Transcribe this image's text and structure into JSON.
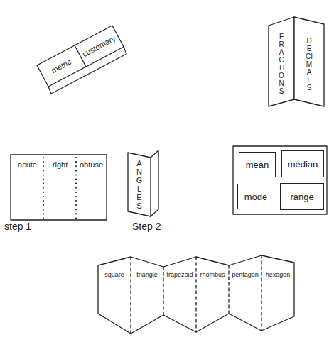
{
  "diagram": {
    "nodes": [
      {
        "text": [
          "metric"
        ]
      },
      {
        "text": [
          "customary"
        ]
      },
      {
        "text": [
          "FRACTIONS"
        ]
      },
      {
        "text": [
          "DECIMALS"
        ]
      },
      {
        "text": [
          "acute"
        ]
      },
      {
        "text": [
          "right"
        ]
      },
      {
        "text": [
          "obtuse"
        ]
      },
      {
        "text": [
          "ANGLES"
        ]
      },
      {
        "text": [
          "mean"
        ]
      },
      {
        "text": [
          "median"
        ]
      },
      {
        "text": [
          "mode"
        ]
      },
      {
        "text": [
          "range"
        ]
      },
      {
        "text": [
          "square"
        ]
      },
      {
        "text": [
          "triangle"
        ]
      },
      {
        "text": [
          "trapezoid"
        ]
      },
      {
        "text": [
          "rhombus"
        ]
      },
      {
        "text": [
          "pentagon"
        ]
      },
      {
        "text": [
          "hexagon"
        ]
      }
    ],
    "labels": [
      "step 1",
      "Step 2"
    ]
  }
}
